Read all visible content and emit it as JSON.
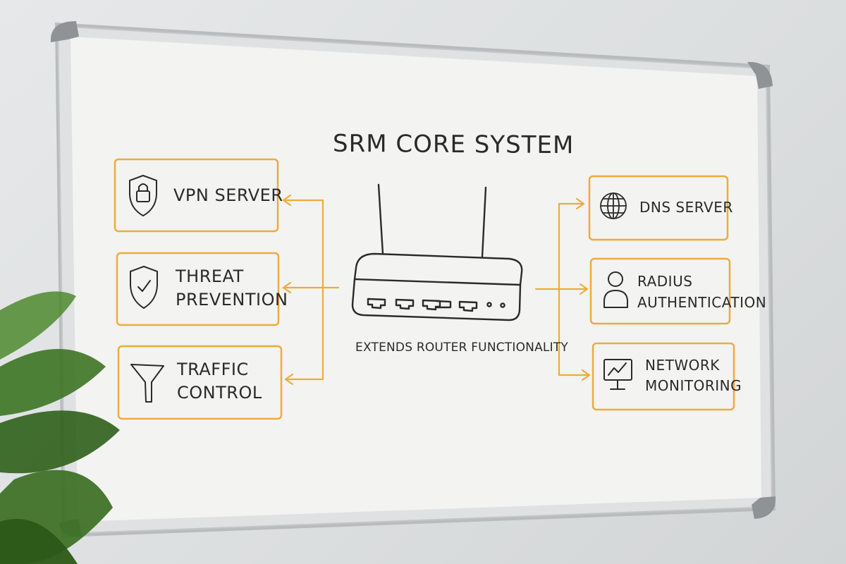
{
  "title": "SRM CORE SYSTEM",
  "caption": "EXTENDS ROUTER FUNCTIONALITY",
  "colors": {
    "accent": "#efab3b",
    "ink": "#2a2a2a",
    "board": "#f3f3f2",
    "frame": "#c9cbcc"
  },
  "left_features": [
    {
      "lines": [
        "VPN SERVER"
      ],
      "icon": "lock-shield-icon"
    },
    {
      "lines": [
        "THREAT",
        "PREVENTION"
      ],
      "icon": "check-shield-icon"
    },
    {
      "lines": [
        "TRAFFIC",
        "CONTROL"
      ],
      "icon": "funnel-icon"
    }
  ],
  "right_features": [
    {
      "lines": [
        "DNS SERVER"
      ],
      "icon": "globe-icon"
    },
    {
      "lines": [
        "RADIUS",
        "AUTHENTICATION"
      ],
      "icon": "user-icon"
    },
    {
      "lines": [
        "NETWORK",
        "MONITORING"
      ],
      "icon": "monitor-chart-icon"
    }
  ],
  "center": {
    "icon": "router-icon"
  }
}
